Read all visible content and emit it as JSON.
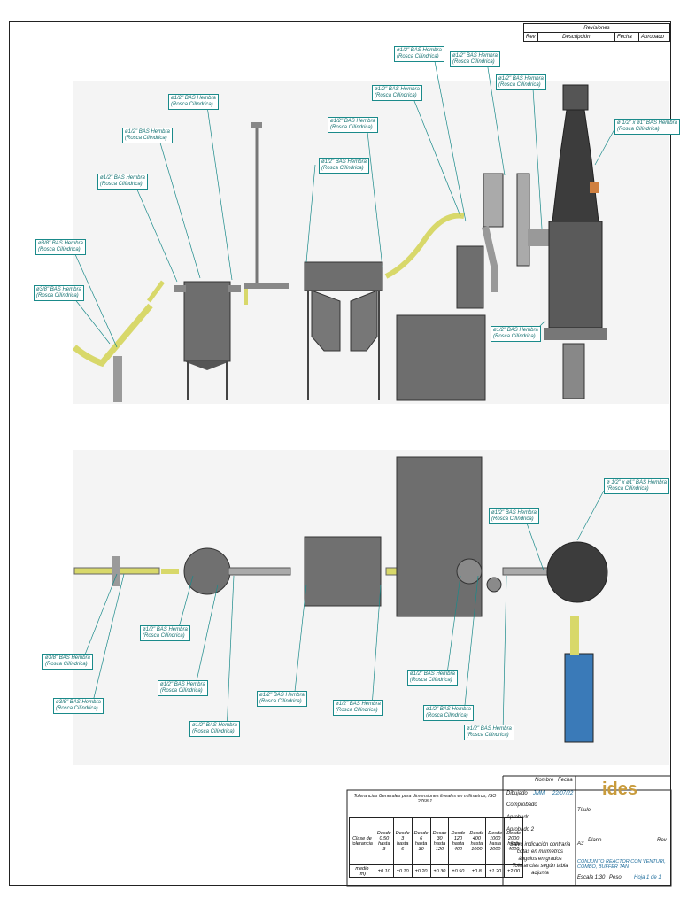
{
  "revisions": {
    "title": "Revisiones",
    "headers": [
      "Rev",
      "Descripción",
      "Fecha",
      "Aprobado"
    ]
  },
  "callouts": {
    "c1": [
      "ø3/8\" BAS Hembra",
      "(Rosca Cilíndrica)"
    ],
    "c2": [
      "ø3/8\" BAS Hembra",
      "(Rosca Cilíndrica)"
    ],
    "c3": [
      "ø1/2\" BAS Hembra",
      "(Rosca Cilíndrica)"
    ],
    "c4": [
      "ø1/2\" BAS Hembra",
      "(Rosca Cilíndrica)"
    ],
    "c5": [
      "ø1/2\" BAS Hembra",
      "(Rosca Cilíndrica)"
    ],
    "c6": [
      "ø1/2\" BAS Hembra",
      "(Rosca Cilíndrica)"
    ],
    "c7": [
      "ø1/2\" BAS Hembra",
      "(Rosca Cilíndrica)"
    ],
    "c8": [
      "ø1/2\" BAS Hembra",
      "(Rosca Cilíndrica)"
    ],
    "c9": [
      "ø1/2\" BAS Hembra",
      "(Rosca Cilíndrica)"
    ],
    "c10": [
      "ø1/2\" BAS Hembra",
      "(Rosca Cilíndrica)"
    ],
    "c11": [
      "ø1/2\" BAS Hembra",
      "(Rosca Cilíndrica)"
    ],
    "c12": [
      "ø 1/2\" x ø1\" BAS Hembra",
      "(Rosca Cilíndrica)"
    ],
    "c13": [
      "ø1/2\" BAS Hembra",
      "(Rosca Cilíndrica)"
    ],
    "d1": [
      "ø 1/2\" x ø1\" BAS Hembra",
      "(Rosca Cilíndrica)"
    ],
    "d2": [
      "ø1/2\" BAS Hembra",
      "(Rosca Cilíndrica)"
    ],
    "d3": [
      "ø3/8\" BAS Hembra",
      "(Rosca Cilíndrica)"
    ],
    "d4": [
      "ø3/8\" BAS Hembra",
      "(Rosca Cilíndrica)"
    ],
    "d5": [
      "ø1/2\" BAS Hembra",
      "(Rosca Cilíndrica)"
    ],
    "d6": [
      "ø1/2\" BAS Hembra",
      "(Rosca Cilíndrica)"
    ],
    "d7": [
      "ø1/2\" BAS Hembra",
      "(Rosca Cilíndrica)"
    ],
    "d8": [
      "ø1/2\" BAS Hembra",
      "(Rosca Cilíndrica)"
    ],
    "d9": [
      "ø1/2\" BAS Hembra",
      "(Rosca Cilíndrica)"
    ],
    "d10": [
      "ø1/2\" BAS Hembra",
      "(Rosca Cilíndrica)"
    ],
    "d11": [
      "ø1/2\" BAS Hembra",
      "(Rosca Cilíndrica)"
    ],
    "d12": [
      "ø1/2\" BAS Hembra",
      "(Rosca Cilíndrica)"
    ]
  },
  "tolerances": {
    "header": "Tolerancias Generales para dimensiones lineales en milímetros, ISO 2768-1",
    "row_label": "Clase de tolerancia",
    "ranges": [
      "Desde 0.50 hasta 3",
      "Desde 3 hasta 6",
      "Desde 6 hasta 30",
      "Desde 30 hasta 120",
      "Desde 120 hasta 400",
      "Desde 400 hasta 1000",
      "Desde 1000 hasta 2000",
      "Desde 2000 hasta 4000"
    ],
    "class_name": "medio (m)",
    "values": [
      "±0.10",
      "±0.10",
      "±0.20",
      "±0.30",
      "±0.50",
      "±0.8",
      "±1.20",
      "±2.00"
    ]
  },
  "signoff": {
    "col_name": "Nombre",
    "col_date": "Fecha",
    "rows": [
      "Dibujado",
      "Comprobado",
      "Aprobado",
      "Aprobado 2"
    ],
    "drawn_name": "JMM",
    "drawn_date": "22/07/22"
  },
  "notes": [
    "Salvo indicación contraria",
    "cotas en milímetros",
    "ángulos en grados",
    "Tolerancias según tabla adjunta"
  ],
  "title_block": {
    "logo": "ides",
    "title_label": "Título",
    "format": "A3",
    "plano_label": "Plano",
    "rev_label": "Rev",
    "drawing_title": "CONJUNTO REACTOR CON VENTURI, CÓMBO, BUFFER TAN",
    "scale": "Escala 1:30",
    "weight_label": "Peso",
    "sheet": "Hoja 1 de 1"
  },
  "colors": {
    "callout": "#1a8a8a",
    "metal": "#6e6e6e",
    "hose": "#d8d86a",
    "tank_blue": "#3a7ab8"
  }
}
